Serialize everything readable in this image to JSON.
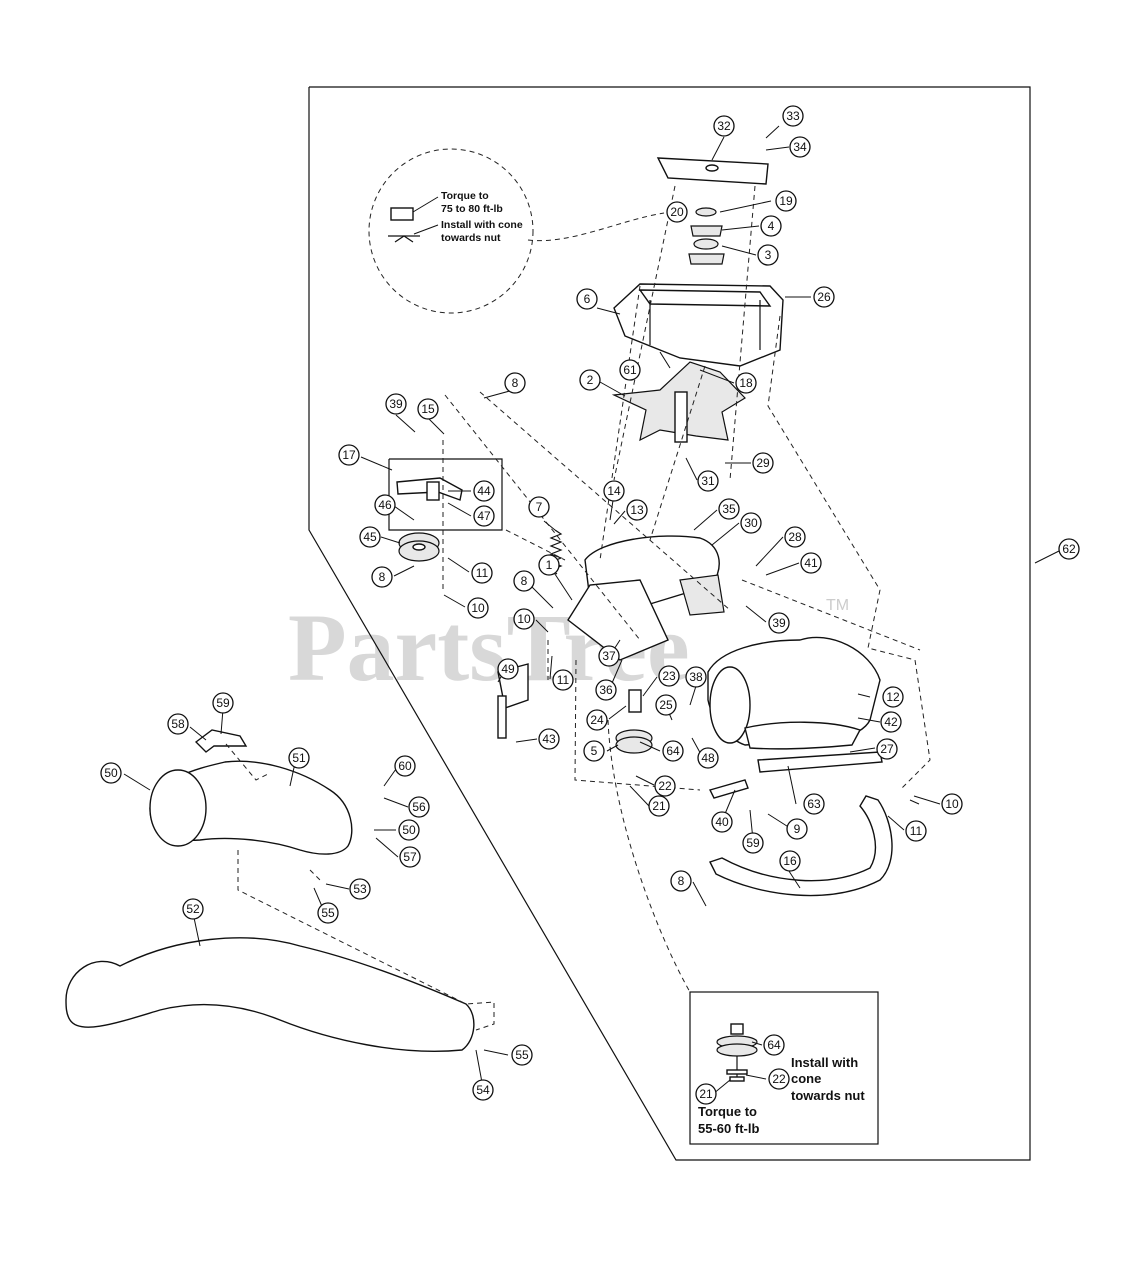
{
  "watermark": {
    "text": "PartsTree",
    "trademark": "TM"
  },
  "notes": {
    "top_torque_1": "Torque to",
    "top_torque_2": "75 to 80 ft-lb",
    "top_install_1": "Install with cone",
    "top_install_2": "towards nut",
    "inset_install_1": "Install with",
    "inset_install_2": "cone",
    "inset_install_3": "towards nut",
    "inset_torque_1": "Torque to",
    "inset_torque_2": "55-60 ft-lb"
  },
  "callouts": [
    "1",
    "2",
    "3",
    "4",
    "5",
    "6",
    "7",
    "8",
    "8",
    "8",
    "8",
    "9",
    "10",
    "10",
    "10",
    "10",
    "11",
    "11",
    "11",
    "11",
    "12",
    "13",
    "14",
    "15",
    "16",
    "17",
    "18",
    "19",
    "20",
    "21",
    "21",
    "22",
    "22",
    "23",
    "24",
    "25",
    "26",
    "27",
    "28",
    "29",
    "30",
    "31",
    "32",
    "33",
    "34",
    "35",
    "36",
    "37",
    "38",
    "39",
    "39",
    "40",
    "41",
    "42",
    "43",
    "44",
    "45",
    "46",
    "47",
    "48",
    "49",
    "50",
    "50",
    "50",
    "51",
    "52",
    "53",
    "54",
    "55",
    "55",
    "55",
    "56",
    "57",
    "58",
    "59",
    "59",
    "60",
    "61",
    "62",
    "63",
    "64",
    "64"
  ]
}
